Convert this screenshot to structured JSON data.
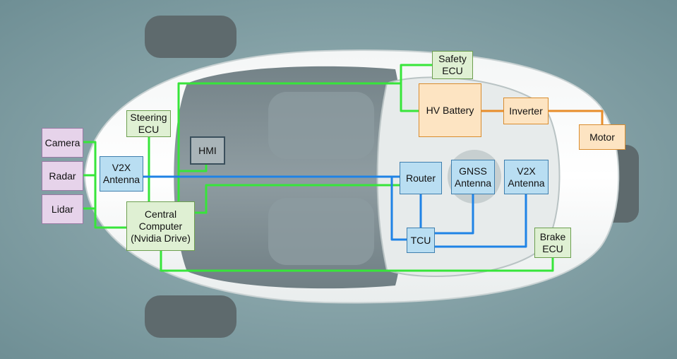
{
  "colors": {
    "green_line": "#37e53a",
    "blue_line": "#1f83e6",
    "orange_line": "#e88d2a",
    "background": "#7f9ea3"
  },
  "components": {
    "camera": "Camera",
    "radar": "Radar",
    "lidar": "Lidar",
    "v2x_left": "V2X\nAntenna",
    "steering_ecu": "Steering\nECU",
    "hmi": "HMI",
    "central_computer": "Central\nComputer\n(Nvidia Drive)",
    "safety_ecu": "Safety\nECU",
    "hv_battery": "HV Battery",
    "inverter": "Inverter",
    "motor": "Motor",
    "router": "Router",
    "gnss": "GNSS\nAntenna",
    "v2x_right": "V2X\nAntenna",
    "tcu": "TCU",
    "brake_ecu": "Brake\nECU"
  }
}
